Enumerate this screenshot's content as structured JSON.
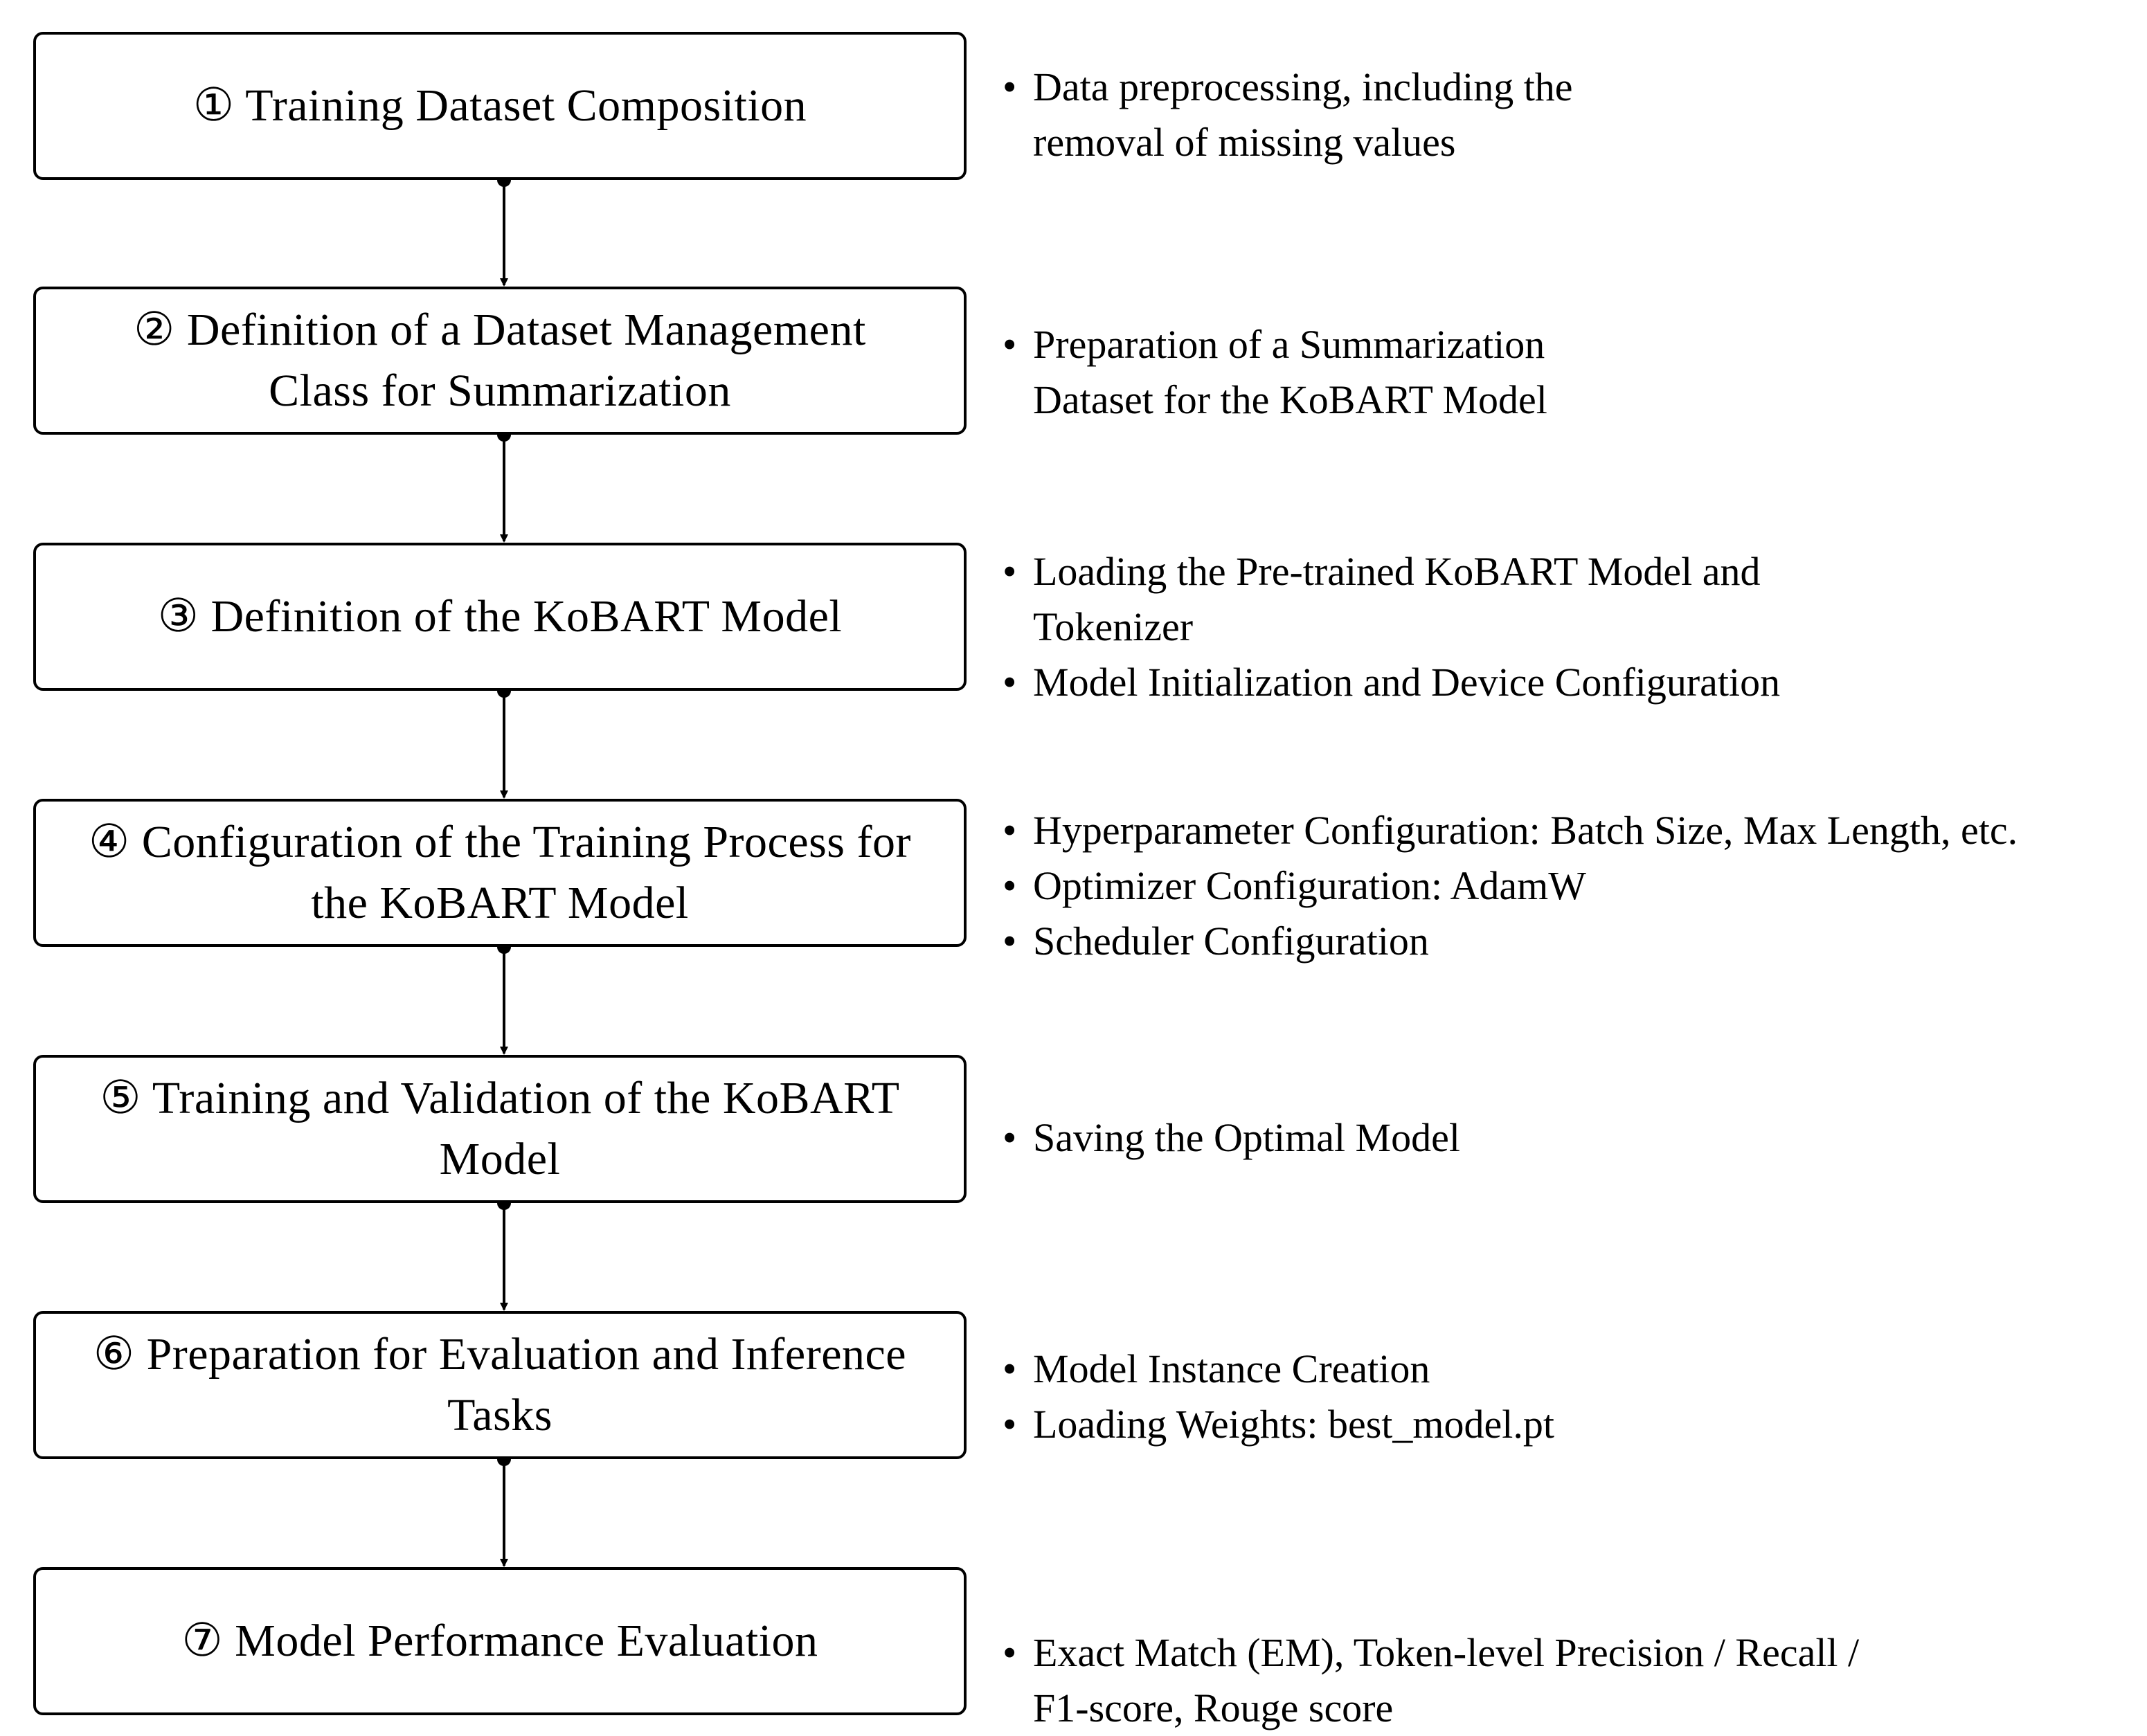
{
  "steps": [
    {
      "label": "① Training  Dataset Composition",
      "notes": [
        "Data preprocessing, including the removal of missing values"
      ]
    },
    {
      "label": "② Definition of a Dataset Management Class for Summarization",
      "notes": [
        "Preparation of a Summarization Dataset for the KoBART Model"
      ]
    },
    {
      "label": "③ Definition of the KoBART Model",
      "notes": [
        "Loading the Pre-trained KoBART Model and Tokenizer",
        "Model Initialization and Device Configuration"
      ]
    },
    {
      "label": "④ Configuration of the Training Process for the KoBART Model",
      "notes": [
        "Hyperparameter Configuration: Batch Size, Max Length, etc.",
        "Optimizer Configuration: AdamW",
        "Scheduler Configuration"
      ]
    },
    {
      "label": "⑤ Training and Validation of the KoBART Model",
      "notes": [
        "Saving the Optimal Model"
      ]
    },
    {
      "label": "⑥ Preparation for Evaluation and Inference Tasks",
      "notes": [
        "Model Instance Creation",
        "Loading Weights: best_model.pt"
      ]
    },
    {
      "label": "⑦ Model Performance Evaluation",
      "notes": [
        "Exact Match (EM), Token-level Precision / Recall / F1-score, Rouge score"
      ]
    }
  ],
  "bullet_glyph": "•"
}
